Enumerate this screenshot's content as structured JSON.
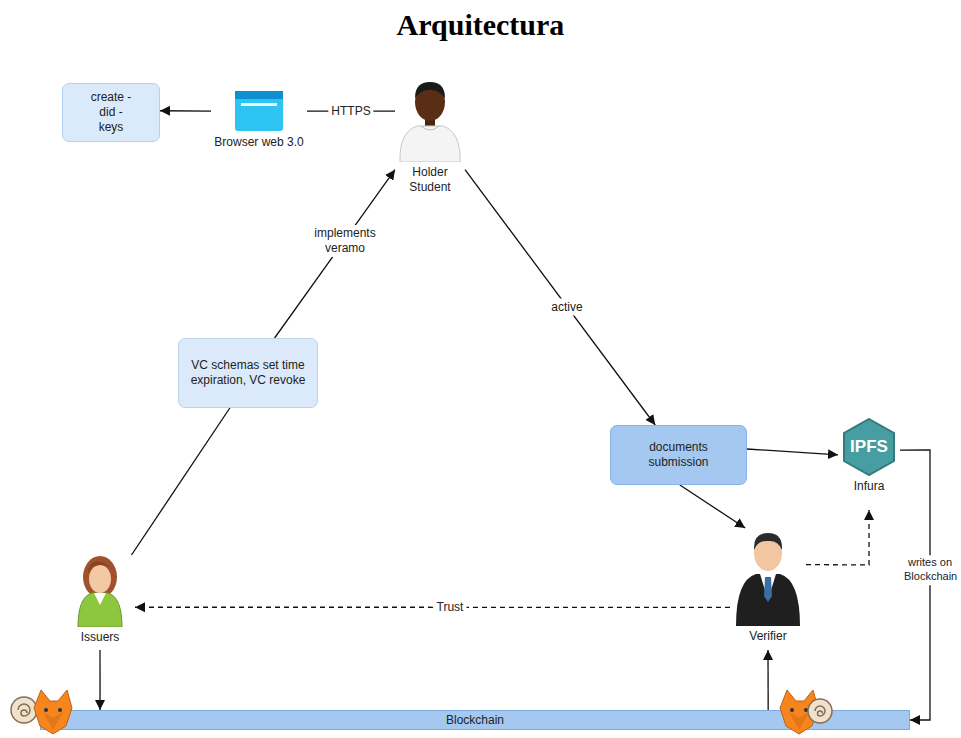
{
  "diagram": {
    "title": "Arquitectura",
    "nodes": [
      {
        "text": [
          "create -did -keys"
        ]
      },
      {
        "text": [
          "Browser web 3.0"
        ]
      },
      {
        "text": [
          "Holder Student"
        ]
      },
      {
        "text": [
          "VC schemas set time expiration, VC revoke"
        ]
      },
      {
        "text": [
          "documents submission"
        ]
      },
      {
        "text": [
          "IPFS",
          "Infura"
        ]
      },
      {
        "text": [
          "Issuers"
        ]
      },
      {
        "text": [
          "Verifier"
        ]
      },
      {
        "text": [
          "Blockchain"
        ]
      }
    ],
    "edges": [
      {
        "from": 2,
        "to": 1,
        "label": "HTTPS",
        "arrow": "none"
      },
      {
        "from": 1,
        "to": 0,
        "arrow": "to"
      },
      {
        "from": 6,
        "to": 3,
        "arrow": "none"
      },
      {
        "from": 3,
        "to": 2,
        "label": "implements veramo",
        "arrow": "to"
      },
      {
        "from": 2,
        "to": 4,
        "label": "active",
        "arrow": "to"
      },
      {
        "from": 4,
        "to": 5,
        "arrow": "to"
      },
      {
        "from": 4,
        "to": 7,
        "arrow": "to"
      },
      {
        "from": 7,
        "to": 5,
        "arrow": "to"
      },
      {
        "from": 7,
        "to": 6,
        "label": "Trust",
        "arrow": "to"
      },
      {
        "from": 6,
        "to": 8,
        "arrow": "to"
      },
      {
        "from": 8,
        "to": 7,
        "arrow": "to"
      },
      {
        "from": 5,
        "to": 8,
        "label": "writes on Blockchain",
        "arrow": "to"
      }
    ]
  }
}
